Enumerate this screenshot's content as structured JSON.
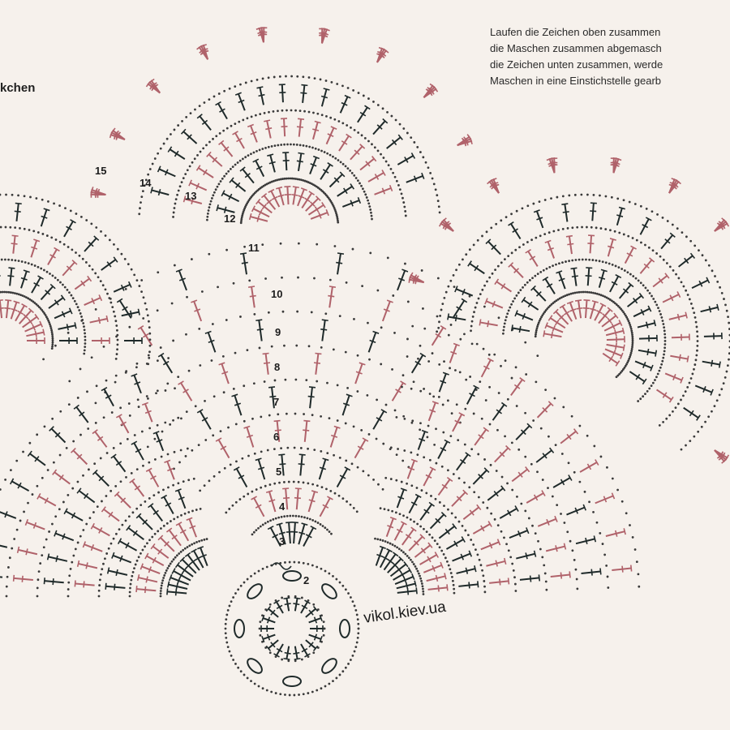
{
  "legend_lines": [
    "Laufen die Zeichen oben zusammen",
    "die Maschen zusammen abgemasch",
    "die Zeichen unten zusammen, werde",
    "Maschen in eine Einstichstelle gearb"
  ],
  "title_fragment": "kchen",
  "row_numbers": [
    "2",
    "3",
    "4",
    "5",
    "6",
    "7",
    "8",
    "9",
    "10",
    "11",
    "12",
    "13",
    "14",
    "15"
  ],
  "watermark": "vikol.kiev.ua",
  "colors": {
    "ink": "#1f2a2a",
    "rose": "#b0626a",
    "dots": "#3a3a3a",
    "paper": "#f6f1ec"
  }
}
